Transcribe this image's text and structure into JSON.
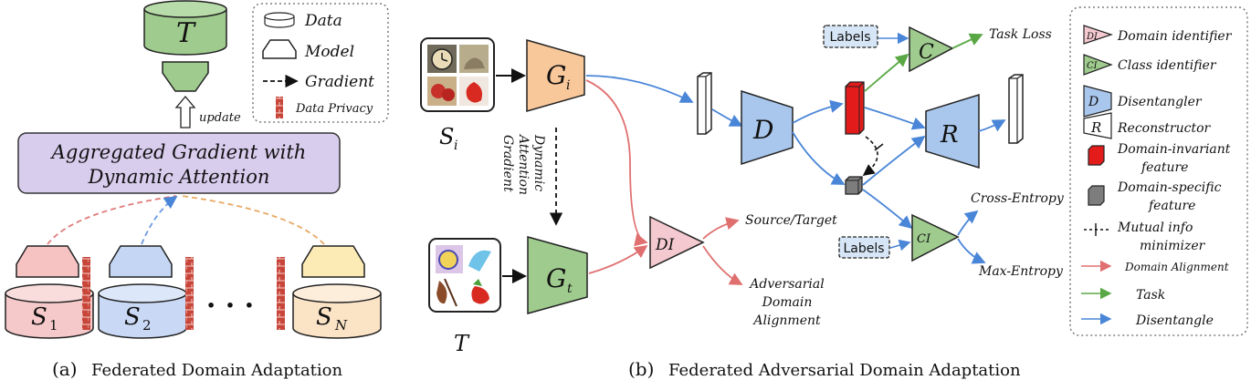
{
  "panel_a": {
    "target_label": "T",
    "update_label": "update",
    "aggregator_text": [
      "Aggregated Gradient with",
      "Dynamic Attention"
    ],
    "ellipsis": "· · ·",
    "sources": [
      {
        "name": "S",
        "sub": "1",
        "fill": "#f5c9c9",
        "model_fill": "#f6c2c2",
        "edge": "#e07a7a"
      },
      {
        "name": "S",
        "sub": "2",
        "fill": "#c9d9f5",
        "model_fill": "#c5d6f5",
        "edge": "#6a9be0"
      },
      {
        "name": "S",
        "sub": "N",
        "fill": "#fbe3c6",
        "model_fill": "#fcebb4",
        "edge": "#e8a964"
      }
    ],
    "legend": {
      "data": "Data",
      "model": "Model",
      "gradient": "Gradient",
      "privacy": "Data Privacy"
    },
    "caption_tag": "(a)",
    "caption": "Federated Domain Adaptation"
  },
  "panel_b": {
    "source_label": "S",
    "source_sub": "i",
    "target_label": "T",
    "gi": "G",
    "gi_sub": "i",
    "gt": "G",
    "gt_sub": "t",
    "d": "D",
    "r": "R",
    "c": "C",
    "ci": "CI",
    "di": "DI",
    "labels_tag": "Labels",
    "dyn_text": [
      "Dynamic",
      "Attention",
      "Gradient"
    ],
    "task_loss": "Task Loss",
    "cross_entropy": "Cross-Entropy",
    "max_entropy": "Max-Entropy",
    "source_target": "Source/Target",
    "adv_text": [
      "Adversarial",
      "Domain",
      "Alignment"
    ],
    "caption_tag": "(b)",
    "caption": "Federated Adversarial Domain Adaptation"
  },
  "legend_b": {
    "items": [
      {
        "icon": "DI",
        "label": "Domain identifier"
      },
      {
        "icon": "CI",
        "label": "Class identifier"
      },
      {
        "icon": "D",
        "label": "Disentangler"
      },
      {
        "icon": "R",
        "label": "Reconstructor"
      },
      {
        "icon": "",
        "label": "Domain-invariant\nfeature"
      },
      {
        "icon": "",
        "label": "Domain-specific\nfeature"
      },
      {
        "icon": "",
        "label": "Mutual info\nminimizer"
      },
      {
        "icon": "",
        "label": "Domain Alignment"
      },
      {
        "icon": "",
        "label": "Task"
      },
      {
        "icon": "",
        "label": "Disentangle"
      }
    ]
  },
  "colors": {
    "pink": "#f5c9d0",
    "blue": "#a9c6ec",
    "green": "#9fcc8e",
    "orange": "#f9c89a",
    "purple": "#d9cdee",
    "red_arrow": "#e07070",
    "blue_arrow": "#4a86d8",
    "green_arrow": "#5aa845",
    "brick": "#c8453a"
  }
}
